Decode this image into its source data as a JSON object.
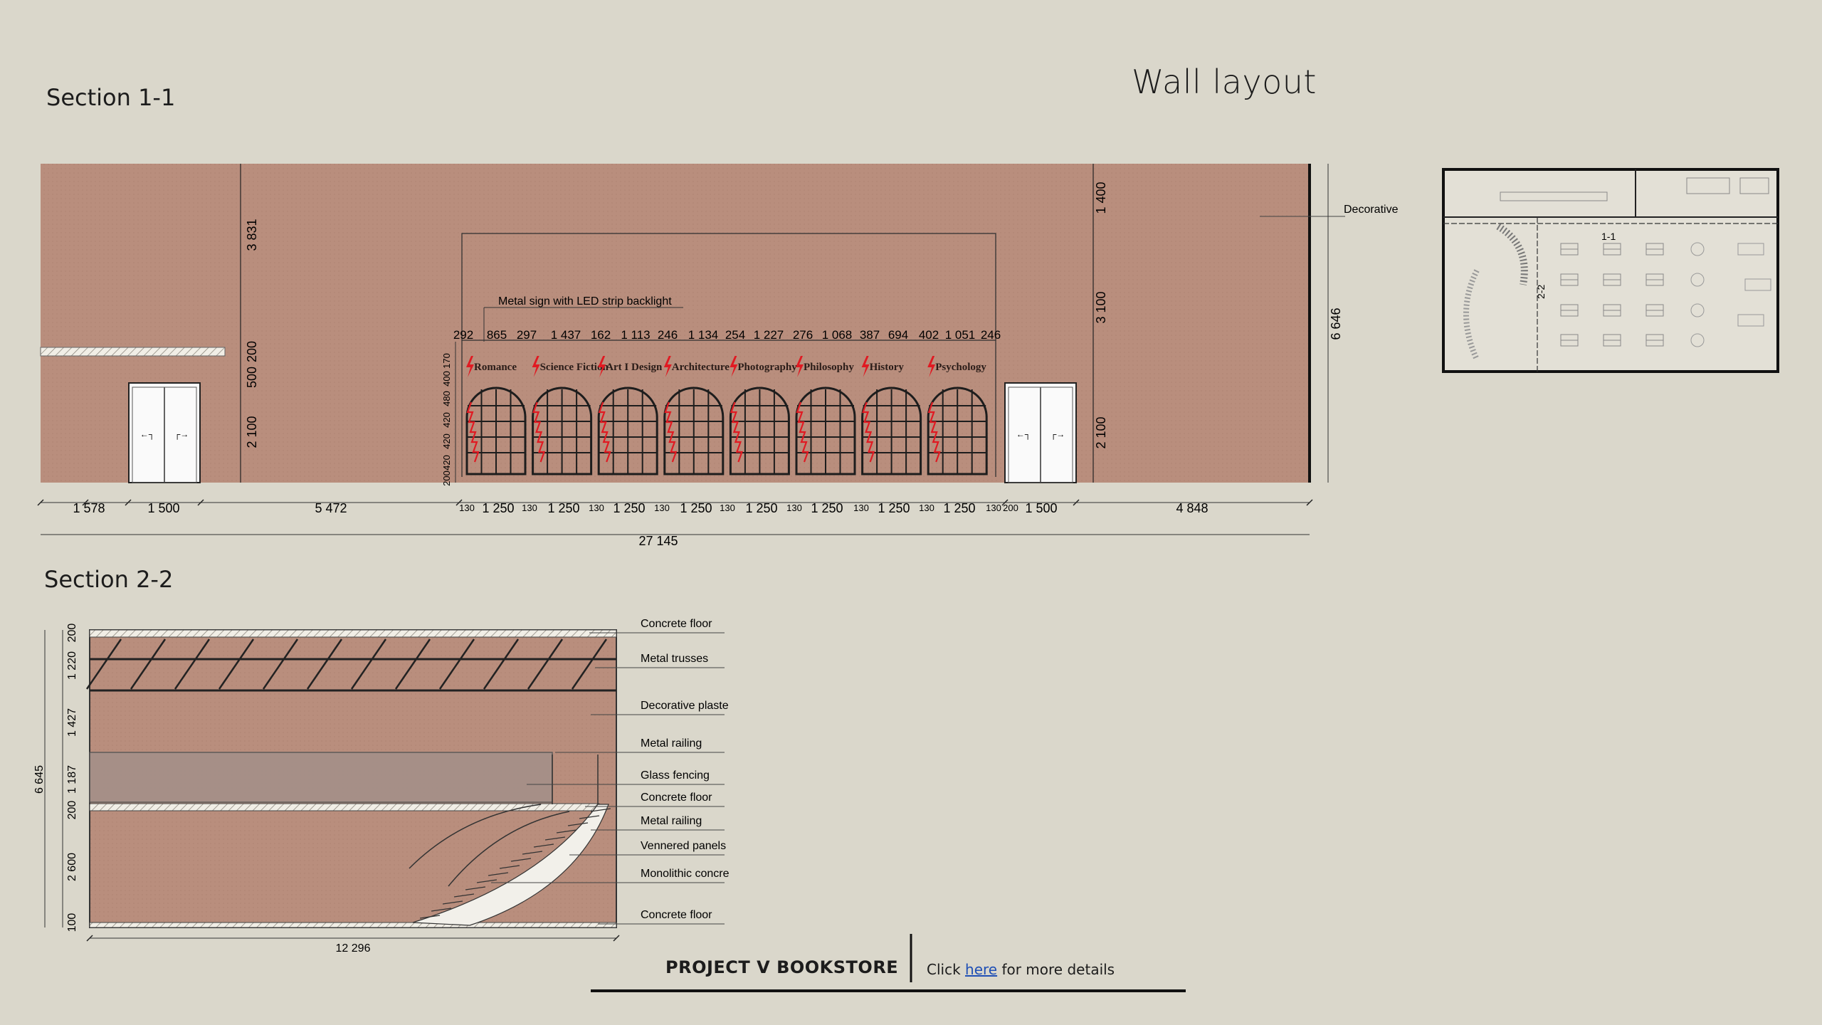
{
  "header": {
    "title": "Wall layout",
    "section1": "Section 1-1",
    "section2": "Section 2-2"
  },
  "colors": {
    "wall": "#b98e7d",
    "background": "#dad7cb",
    "accent_bolt": "#e01a22",
    "link": "#1f4fb5"
  },
  "section1": {
    "sign_note": "Metal sign with LED strip backlight",
    "decorative_note": "Decorative",
    "categories": [
      "Romance",
      "Science Fiction",
      "Art I Design",
      "Architecture",
      "Photography",
      "Philosophy",
      "History",
      "Psychology"
    ],
    "top_dims": [
      "292",
      "865",
      "297",
      "1 437",
      "162",
      "1 113",
      "246",
      "1 134",
      "254",
      "1 227",
      "276",
      "1 068",
      "387",
      "694",
      "402",
      "1 051",
      "246"
    ],
    "bottom_dims": [
      "1 578",
      "1 500",
      "5 472",
      "130",
      "1 250",
      "130",
      "1 250",
      "130",
      "1 250",
      "130",
      "1 250",
      "130",
      "1 250",
      "130",
      "1 250",
      "130",
      "1 250",
      "130",
      "1 250",
      "130",
      "200",
      "1 500",
      "4 848"
    ],
    "total_width": "27 145",
    "left_vertical_dims": [
      "3 831",
      "200",
      "500",
      "2 100"
    ],
    "shelf_vertical_dims": [
      "170",
      "400",
      "480",
      "420",
      "420",
      "420",
      "200"
    ],
    "right_vertical_dims": [
      "1 400",
      "3 100",
      "2 100"
    ],
    "overall_height": "6 646"
  },
  "section2": {
    "labels": [
      "Concrete floor",
      "Metal trusses",
      "Decorative plaste",
      "Metal railing",
      "Glass fencing",
      "Concrete floor",
      "Metal railing",
      "Vennered panels",
      "Monolithic concre",
      "Concrete floor"
    ],
    "left_dims": [
      "200",
      "1 220",
      "1 427",
      "1 187",
      "200",
      "2 600",
      "100"
    ],
    "overall_height": "6 645",
    "total_width": "12 296"
  },
  "plan": {
    "cut1": "1-1",
    "cut2": "2-2"
  },
  "footer": {
    "project": "PROJECT V BOOKSTORE",
    "click_prefix": "Click ",
    "link_text": "here",
    "click_suffix": " for more details"
  }
}
